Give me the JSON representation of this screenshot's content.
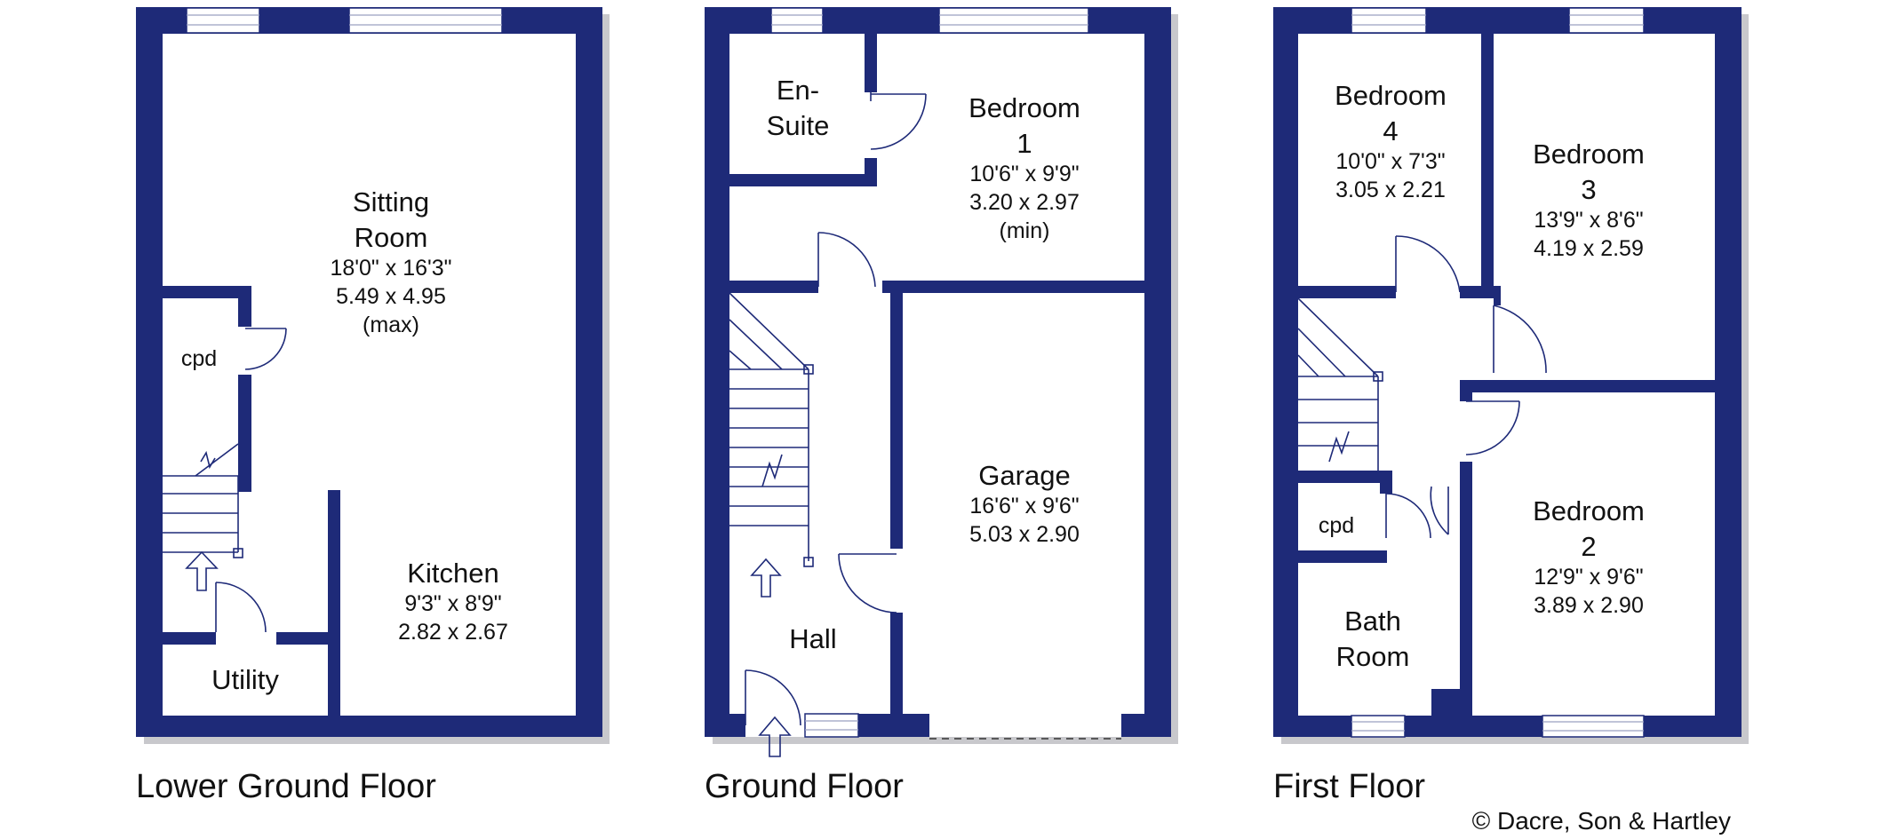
{
  "floors": [
    {
      "title": "Lower Ground Floor",
      "rooms": [
        {
          "name_lines": [
            "Sitting",
            "Room"
          ],
          "dims": [
            "18'0\"  x  16'3\"",
            "5.49  x  4.95",
            "(max)"
          ]
        },
        {
          "name_lines": [
            "cpd"
          ],
          "dims": []
        },
        {
          "name_lines": [
            "Kitchen"
          ],
          "dims": [
            "9'3\"   x   8'9\"",
            "2.82  x  2.67"
          ]
        },
        {
          "name_lines": [
            "Utility"
          ],
          "dims": []
        }
      ]
    },
    {
      "title": "Ground Floor",
      "rooms": [
        {
          "name_lines": [
            "En-",
            "Suite"
          ],
          "dims": []
        },
        {
          "name_lines": [
            "Bedroom",
            "1"
          ],
          "dims": [
            "10'6\"  x  9'9\"",
            "3.20  x  2.97",
            "(min)"
          ]
        },
        {
          "name_lines": [
            "Garage"
          ],
          "dims": [
            "16'6\"  x  9'6\"",
            "5.03  x  2.90"
          ]
        },
        {
          "name_lines": [
            "Hall"
          ],
          "dims": []
        }
      ]
    },
    {
      "title": "First Floor",
      "rooms": [
        {
          "name_lines": [
            "Bedroom",
            "4"
          ],
          "dims": [
            "10'0\"  x  7'3\"",
            "3.05  x  2.21"
          ]
        },
        {
          "name_lines": [
            "Bedroom",
            "3"
          ],
          "dims": [
            "13'9\"  x  8'6\"",
            "4.19  x  2.59"
          ]
        },
        {
          "name_lines": [
            "cpd"
          ],
          "dims": []
        },
        {
          "name_lines": [
            "Bedroom",
            "2"
          ],
          "dims": [
            "12'9\"  x  9'6\"",
            "3.89  x  2.90"
          ]
        },
        {
          "name_lines": [
            "Bath",
            "Room"
          ],
          "dims": []
        }
      ]
    }
  ],
  "copyright": "© Dacre, Son & Hartley",
  "colors": {
    "wall": "#1e2a78",
    "shadow": "#c8c8cc"
  }
}
